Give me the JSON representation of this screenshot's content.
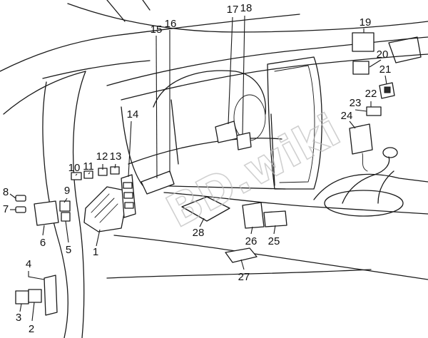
{
  "watermark": "BD.wiki",
  "callouts": [
    "1",
    "2",
    "3",
    "4",
    "5",
    "6",
    "7",
    "8",
    "9",
    "10",
    "11",
    "12",
    "13",
    "14",
    "15",
    "16",
    "17",
    "18",
    "19",
    "20",
    "21",
    "22",
    "23",
    "24",
    "25",
    "26",
    "27",
    "28"
  ]
}
